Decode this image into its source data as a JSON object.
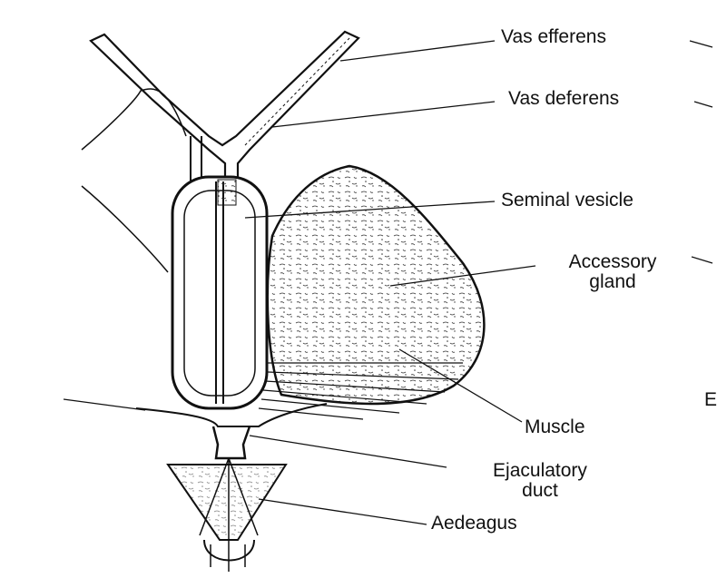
{
  "labels": {
    "vas_efferens": "Vas efferens",
    "vas_deferens": "Vas deferens",
    "seminal_vesicle": "Seminal vesicle",
    "accessory_gland_line1": "Accessory",
    "accessory_gland_line2": "gland",
    "muscle": "Muscle",
    "ejaculatory_duct_line1": "Ejaculatory",
    "ejaculatory_duct_line2": "duct",
    "aedeagus": "Aedeagus",
    "edge_fragment": "E"
  },
  "colors": {
    "ink": "#111111",
    "background": "#ffffff",
    "stipple": "#333333"
  }
}
